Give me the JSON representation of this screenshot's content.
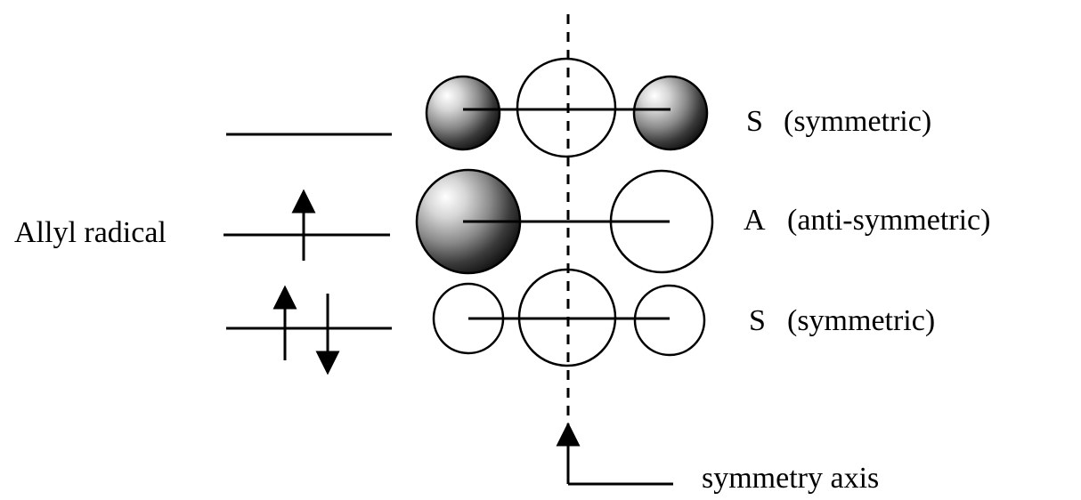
{
  "molecule_label": "Allyl radical",
  "orbitals": [
    {
      "level": "top",
      "symmetry_letter": "S",
      "symmetry_name": "(symmetric)",
      "electrons": "none"
    },
    {
      "level": "middle",
      "symmetry_letter": "A",
      "symmetry_name": "(anti-symmetric)",
      "electrons": "one up"
    },
    {
      "level": "bottom",
      "symmetry_letter": "S",
      "symmetry_name": "(symmetric)",
      "electrons": "one up, one down"
    }
  ],
  "axis_label": "symmetry axis",
  "colors": {
    "ink": "#000000",
    "shade_dark": "#1a1a1a",
    "shade_light": "#ffffff"
  }
}
